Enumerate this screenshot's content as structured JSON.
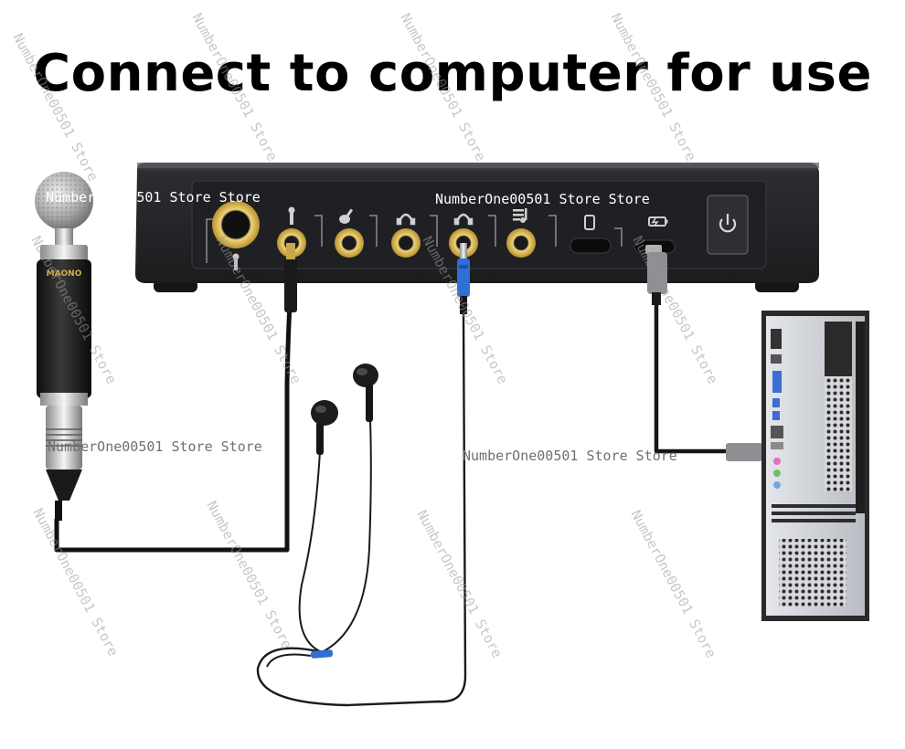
{
  "title": "Connect to computer for use",
  "watermark": "NumberOne00501 Store Store",
  "watermark_diag": "NumberOne00501 Store",
  "mic_brand": "MAONO",
  "colors": {
    "device_body": "#2a2b2e",
    "device_face": "#1e1f22",
    "jack_gold": "#d8b54a",
    "cable": "#1a1a1a",
    "plug_blue": "#2f6fd6",
    "pc_case": "#2b2b2b",
    "pc_panel": "#c9ccd2"
  },
  "icons": [
    "mic-jack-icon",
    "instrument-icon",
    "headphone-icon",
    "headphone-icon",
    "music-icon",
    "phone-icon",
    "battery-icon",
    "power-icon"
  ]
}
